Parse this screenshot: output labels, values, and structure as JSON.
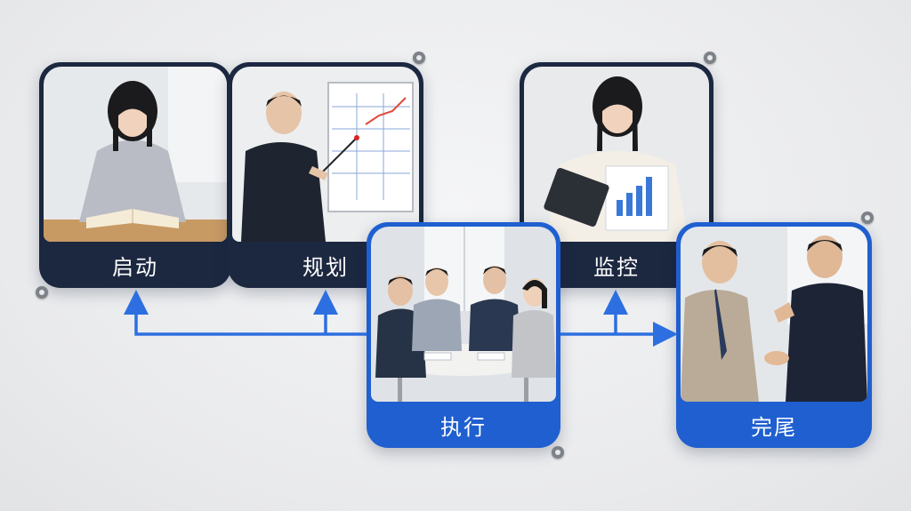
{
  "stages": [
    {
      "id": "initiate",
      "label": "启动",
      "scene": "woman-reading-book"
    },
    {
      "id": "plan",
      "label": "规划",
      "scene": "man-presenting-chart"
    },
    {
      "id": "execute",
      "label": "执行",
      "scene": "team-meeting"
    },
    {
      "id": "monitor",
      "label": "监控",
      "scene": "woman-with-tablet"
    },
    {
      "id": "close",
      "label": "完尾",
      "scene": "handshake"
    }
  ],
  "colors": {
    "dark_card": "#1c2740",
    "blue_card": "#1f5fd0",
    "arrow": "#2d6fe0",
    "pin": "#7d8288"
  }
}
